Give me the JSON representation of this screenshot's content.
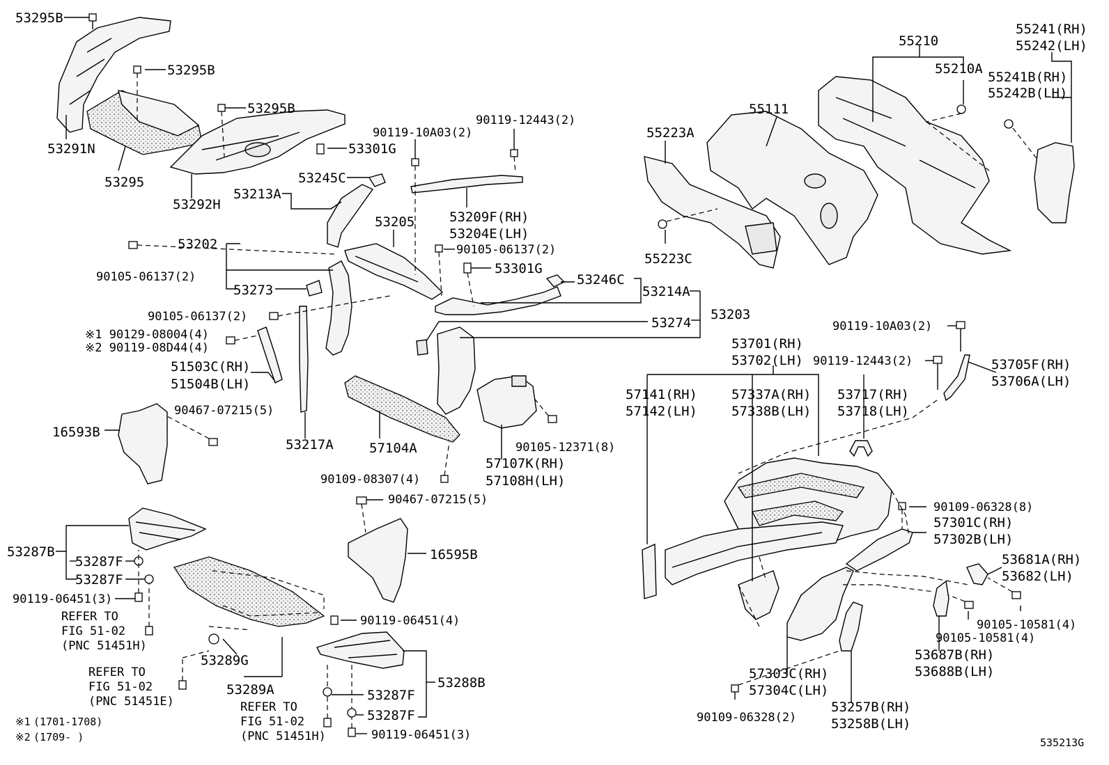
{
  "figure": {
    "figure_code": "535213G",
    "footnotes": [
      {
        "mark": "※1",
        "range": "(1701-1708)"
      },
      {
        "mark": "※2",
        "range": "(1709-     )"
      }
    ]
  },
  "callouts": {
    "c01": "53295B",
    "c02": "53295B",
    "c03": "53295B",
    "c04": "53291N",
    "c05": "53295",
    "c06": "53292H",
    "c07": "53301G",
    "c08": "90119-10A03(2)",
    "c09": "90119-12443(2)",
    "c10": "53245C",
    "c11": "53213A",
    "c12": "53209F(RH)",
    "c13": "53204E(LH)",
    "c14": "53205",
    "c15": "53202",
    "c16": "90105-06137(2)",
    "c17": "90105-06137(2)",
    "c18": "53301G",
    "c19": "53246C",
    "c20": "53273",
    "c21": "53214A",
    "c22": "90105-06137(2)",
    "c23": "53203",
    "c24": "53274",
    "c25": "※1 90129-08004(4)",
    "c26": "※2 90119-08D44(4)",
    "c27": "51503C(RH)",
    "c28": "51504B(LH)",
    "c29": "90467-07215(5)",
    "c30": "16593B",
    "c31": "53217A",
    "c32": "57104A",
    "c33": "90105-12371(8)",
    "c34": "57107K(RH)",
    "c35": "57108H(LH)",
    "c36": "90109-08307(4)",
    "c37": "90467-07215(5)",
    "c38": "16595B",
    "c39": "53287B",
    "c40": "53287F",
    "c41": "53287F",
    "c42": "90119-06451(3)",
    "c43": "REFER TO",
    "c44": "FIG 51-02",
    "c45": "(PNC 51451H)",
    "c46": "90119-06451(4)",
    "c47": "53289G",
    "c48": "REFER TO",
    "c49": "FIG 51-02",
    "c50": "(PNC 51451E)",
    "c51": "53289A",
    "c52": "REFER TO",
    "c53": "FIG 51-02",
    "c54": "(PNC 51451H)",
    "c55": "53288B",
    "c56": "53287F",
    "c57": "53287F",
    "c58": "90119-06451(3)",
    "c59": "55210",
    "c60": "55210A",
    "c61": "55241(RH)",
    "c62": "55242(LH)",
    "c63": "55241B(RH)",
    "c64": "55242B(LH)",
    "c65": "55111",
    "c66": "55223A",
    "c67": "55223C",
    "c68": "90119-10A03(2)",
    "c69": "53701(RH)",
    "c70": "53702(LH)",
    "c71": "90119-12443(2)",
    "c72": "53705F(RH)",
    "c73": "53706A(LH)",
    "c74": "57141(RH)",
    "c75": "57142(LH)",
    "c76": "57337A(RH)",
    "c77": "57338B(LH)",
    "c78": "53717(RH)",
    "c79": "53718(LH)",
    "c80": "90109-06328(8)",
    "c81": "57301C(RH)",
    "c82": "57302B(LH)",
    "c83": "53681A(RH)",
    "c84": "53682(LH)",
    "c85": "90105-10581(4)",
    "c86": "90105-10581(4)",
    "c87": "53687B(RH)",
    "c88": "53688B(LH)",
    "c89": "57303C(RH)",
    "c90": "57304C(LH)",
    "c91": "90109-06328(2)",
    "c92": "53257B(RH)",
    "c93": "53258B(LH)"
  }
}
